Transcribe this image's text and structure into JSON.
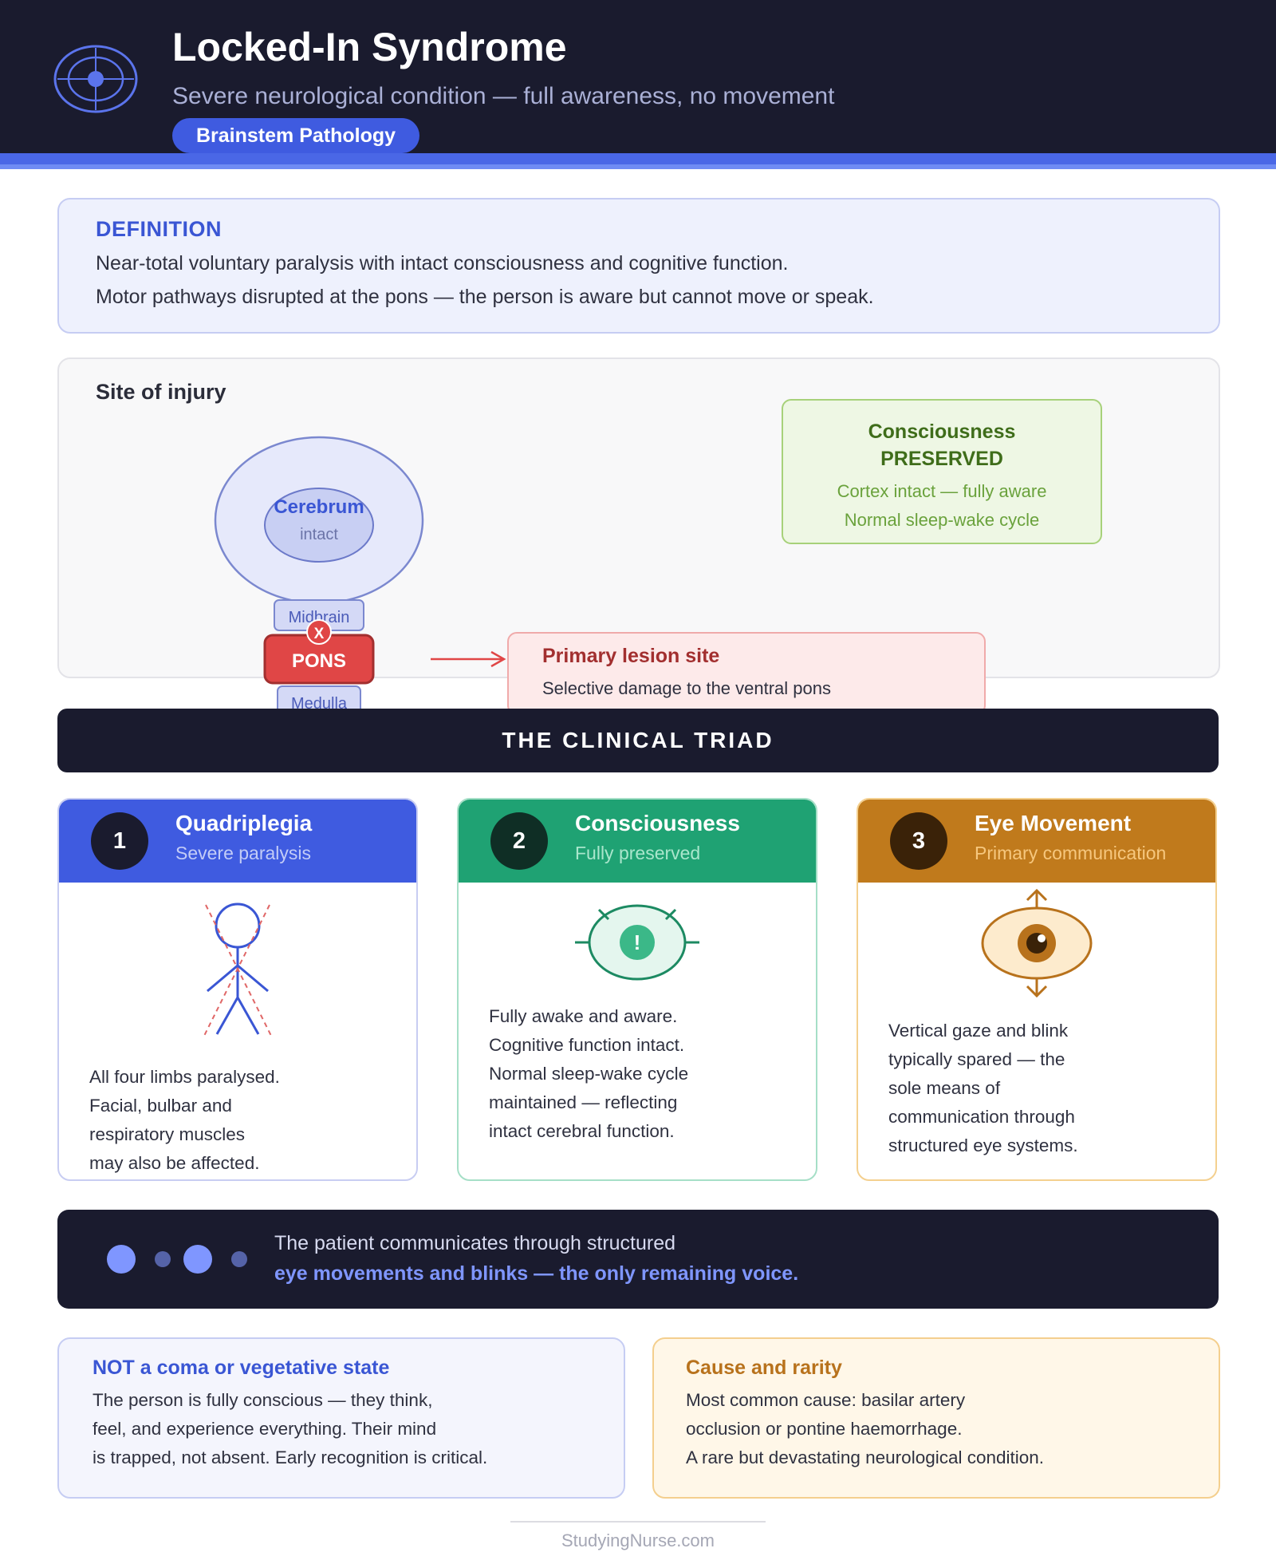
{
  "header": {
    "title": "Locked-In Syndrome",
    "subtitle": "Severe neurological condition — full awareness, no movement",
    "badge": "Brainstem Pathology"
  },
  "definition": {
    "label": "DEFINITION",
    "line1": "Near-total voluntary paralysis with intact consciousness and cognitive function.",
    "line2": "Motor pathways disrupted at the pons — the person is aware but cannot move or speak."
  },
  "site": {
    "title": "Site of injury",
    "cerebrum": "Cerebrum",
    "cerebrum_status": "intact",
    "midbrain": "Midbrain",
    "lesion_mark": "X",
    "pons": "PONS",
    "medulla": "Medulla",
    "consciousness": {
      "title_line1": "Consciousness",
      "title_line2": "PRESERVED",
      "line1": "Cortex intact — fully aware",
      "line2": "Normal sleep-wake cycle"
    },
    "lesion": {
      "title": "Primary lesion site",
      "line": "Selective damage to the ventral pons"
    }
  },
  "triad": {
    "title": "THE CLINICAL TRIAD",
    "cards": [
      {
        "num": "1",
        "title": "Quadriplegia",
        "sub": "Severe paralysis",
        "lines": [
          "All four limbs paralysed.",
          "Facial, bulbar and",
          "respiratory muscles",
          "may also be affected."
        ]
      },
      {
        "num": "2",
        "title": "Consciousness",
        "sub": "Fully preserved",
        "icon_text": "!",
        "lines": [
          "Fully awake and aware.",
          "Cognitive function intact.",
          "Normal sleep-wake cycle",
          "maintained — reflecting",
          "intact cerebral function."
        ]
      },
      {
        "num": "3",
        "title": "Eye Movement",
        "sub": "Primary communication",
        "lines": [
          "Vertical gaze and blink",
          "typically spared — the",
          "sole means of",
          "communication through",
          "structured eye systems."
        ]
      }
    ]
  },
  "communication": {
    "line1": "The patient communicates through structured",
    "line2": "eye movements and blinks — the only remaining voice."
  },
  "notes": {
    "coma": {
      "title": "NOT a coma or vegetative state",
      "lines": [
        "The person is fully conscious — they think,",
        "feel, and experience everything. Their mind",
        "is trapped, not absent. Early recognition is critical."
      ]
    },
    "cause": {
      "title": "Cause and rarity",
      "lines": [
        "Most common cause: basilar artery",
        "occlusion or pontine haemorrhage.",
        "A rare but devastating neurological condition."
      ]
    }
  },
  "footer": "StudyingNurse.com",
  "colors": {
    "dark": "#1a1b2e",
    "blue": "#3f5be0",
    "green": "#1fa273",
    "amber": "#c07a1c",
    "lesion_red": "#e04646"
  }
}
